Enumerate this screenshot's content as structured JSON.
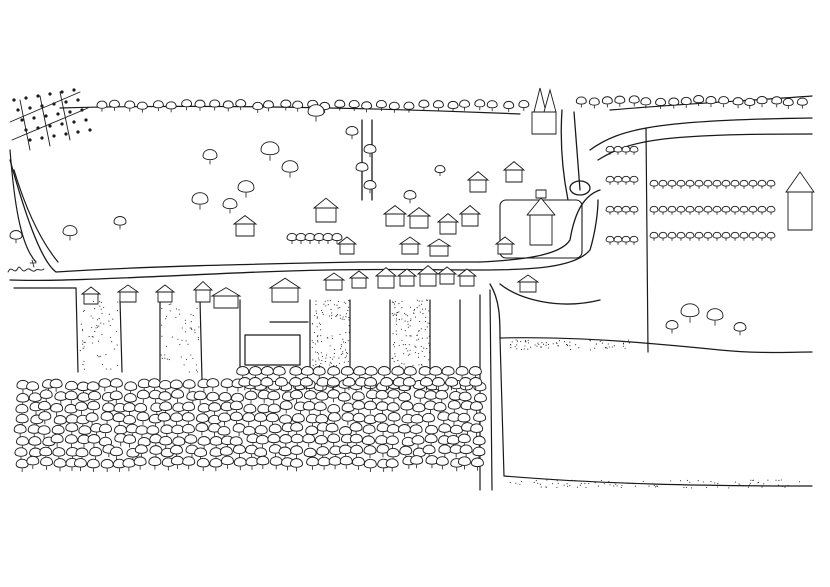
{
  "map": {
    "style": "pen-and-ink hand-drawn village plan",
    "ink_color": "#1a1a1a",
    "paper_color": "#ffffff"
  },
  "signature": {
    "kind": "handwritten artist signature",
    "text": "Bouchet"
  }
}
